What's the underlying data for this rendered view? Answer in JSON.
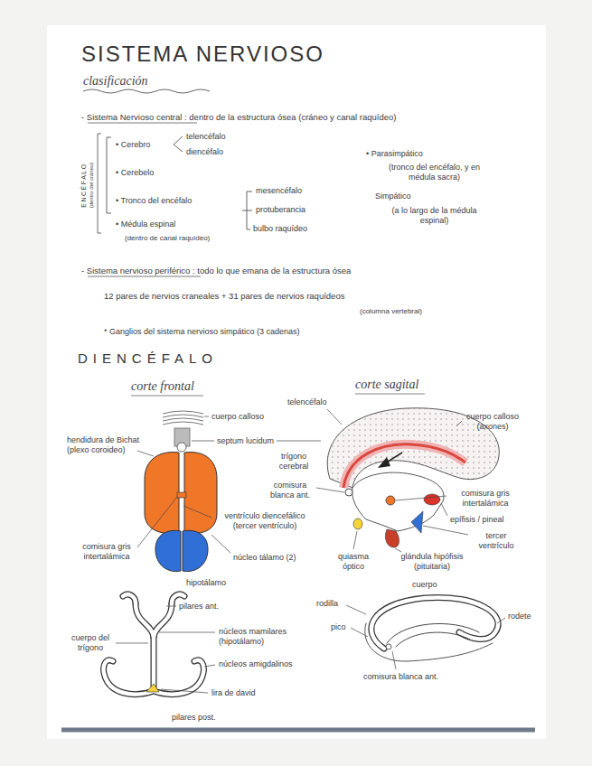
{
  "diagram": {
    "title": "SISTEMA NERVIOSO",
    "labels": [
      "clasificación",
      "- Sistema Nervioso central : dentro de la estructura ósea (cráneo y canal raquídeo)",
      "ENCÉFALO",
      "(dentro del cráneo)",
      "• Cerebro",
      "telencéfalo",
      "diencéfalo",
      "• Cerebelo",
      "• Tronco del encéfalo",
      "mesencéfalo",
      "protuberancia",
      "bulbo raquídeo",
      "• Médula espinal",
      "(dentro de canal raquídeo)",
      "• Parasimpático",
      "(tronco del encéfalo, y en médula sacra)",
      "Simpático",
      "(a lo largo de la médula espinal)",
      "- Sistema nervioso periférico : todo lo que emana de la estructura ósea",
      "12 pares de nervios craneales + 31 pares de nervios raquídeos",
      "(columna vertebral)",
      "* Ganglios del sistema nervioso simpático (3 cadenas)",
      "DIENCÉFALO",
      "corte frontal",
      "corte sagital",
      "cuerpo calloso",
      "hendidura de Bichat (plexo coroideo)",
      "septum lucidum",
      "trígono cerebral",
      "telencéfalo",
      "cuerpo calloso (axones)",
      "comisura blanca ant.",
      "comisura gris intertalámica",
      "epífisis / pineal",
      "tercer ventrículo",
      "ventrículo diencefálico (tercer ventrículo)",
      "comisura gris intertalámica",
      "núcleo tálamo (2)",
      "quiasma óptico",
      "glándula hipófisis (pituitaria)",
      "hipotálamo",
      "pilares ant.",
      "cuerpo del trígono",
      "núcleos mamilares (hipotálamo)",
      "núcleos amigdalinos",
      "lira de david",
      "pilares post.",
      "cuerpo",
      "rodilla",
      "pico",
      "rodete",
      "comisura blanca ant."
    ]
  }
}
